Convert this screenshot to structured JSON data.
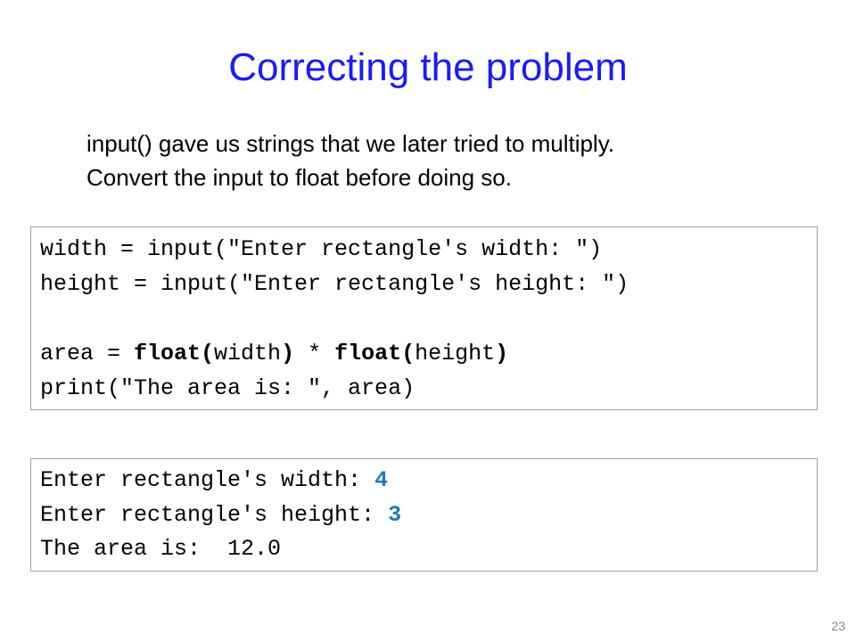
{
  "slide": {
    "title": "Correcting the problem",
    "body_lines": [
      "input() gave us strings that we later tried to multiply.",
      "Convert the input to float before doing so."
    ],
    "page_number": "23"
  },
  "source_code": {
    "line1": "width = input(\"Enter rectangle's width: \")",
    "line2": "height = input(\"Enter rectangle's height: \")",
    "line4": {
      "prefix": "area = ",
      "kw1": "float(",
      "arg1": "width",
      "close1": ")",
      "op": " * ",
      "kw2": "float(",
      "arg2": "height",
      "close2": ")"
    },
    "line5": "print(\"The area is: \", area)"
  },
  "output": {
    "line1_prompt": "Enter rectangle's width: ",
    "line1_value": "4",
    "line2_prompt": "Enter rectangle's height: ",
    "line2_value": "3",
    "line3": "The area is:  12.0"
  },
  "colors": {
    "title": "#1a1aff",
    "user_input": "#1f7ab5"
  }
}
